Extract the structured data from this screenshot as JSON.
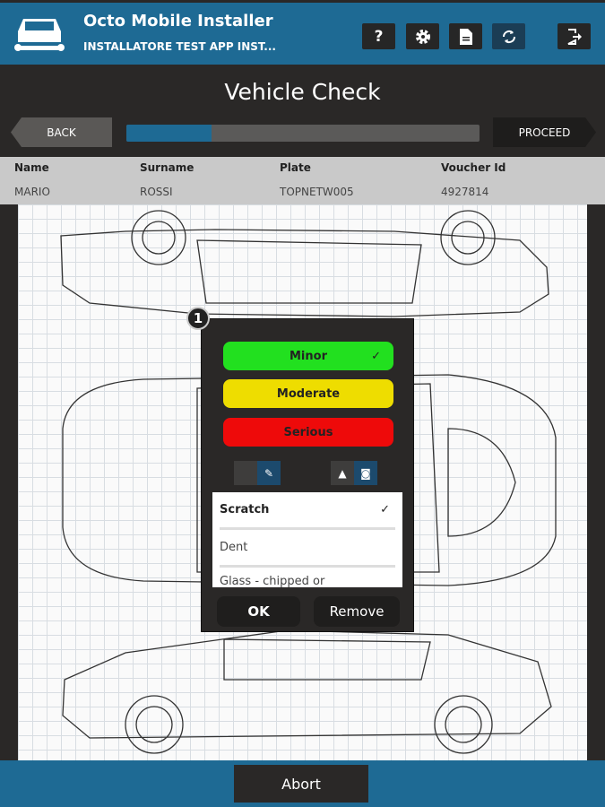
{
  "header": {
    "app_title": "Octo Mobile Installer",
    "subtitle": "INSTALLATORE TEST APP INST...",
    "help_label": "?"
  },
  "page": {
    "title": "Vehicle Check",
    "back_label": "BACK",
    "proceed_label": "PROCEED",
    "progress_percent": 24
  },
  "info": {
    "headers": [
      "Name",
      "Surname",
      "Plate",
      "Voucher Id"
    ],
    "values": [
      "MARIO",
      "ROSSI",
      "TOPNETW005",
      "4927814"
    ]
  },
  "popup": {
    "badge": "1",
    "severity": [
      {
        "label": "Minor",
        "color": "#22e01f",
        "selected": true
      },
      {
        "label": "Moderate",
        "color": "#eedd00",
        "selected": false
      },
      {
        "label": "Serious",
        "color": "#ee0a0a",
        "selected": false
      }
    ],
    "damage_types": [
      {
        "label": "Scratch",
        "selected": true
      },
      {
        "label": "Dent",
        "selected": false
      },
      {
        "label": "Glass - chipped or",
        "selected": false
      }
    ],
    "ok_label": "OK",
    "remove_label": "Remove",
    "check": "✓"
  },
  "footer": {
    "abort_label": "Abort"
  }
}
